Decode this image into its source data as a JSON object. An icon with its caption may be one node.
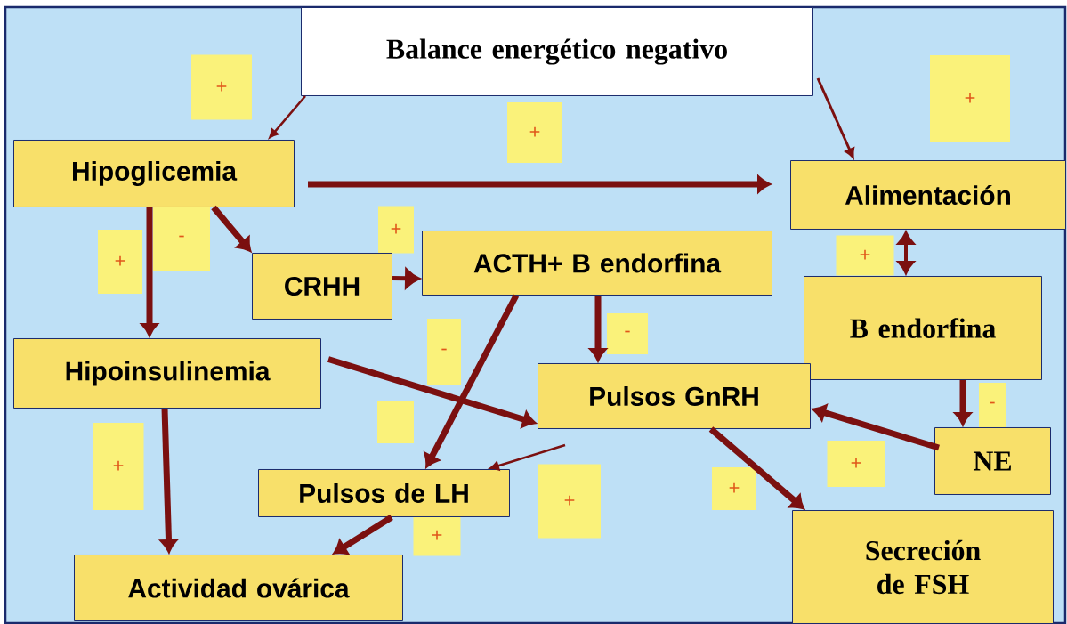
{
  "diagram": {
    "nodes": [
      {
        "text": [
          "Balance energético negativo"
        ]
      },
      {
        "text": [
          "Hipoglicemia"
        ]
      },
      {
        "text": [
          "Alimentación"
        ]
      },
      {
        "text": [
          "CRHH"
        ]
      },
      {
        "text": [
          "ACTH+ B endorfina"
        ]
      },
      {
        "text": [
          "B endorfina"
        ]
      },
      {
        "text": [
          "Hipoinsulinemia"
        ]
      },
      {
        "text": [
          "Pulsos GnRH"
        ]
      },
      {
        "text": [
          "NE"
        ]
      },
      {
        "text": [
          "Pulsos de LH"
        ]
      },
      {
        "text": [
          "Actividad ovárica"
        ]
      },
      {
        "text": [
          "Secreción de FSH"
        ]
      }
    ],
    "edges": [
      {
        "from": 0,
        "to": 1,
        "arrow": "to"
      },
      {
        "from": 0,
        "to": 2,
        "arrow": "to"
      },
      {
        "from": 1,
        "to": 2,
        "arrow": "to"
      },
      {
        "from": 1,
        "to": 3,
        "arrow": "to"
      },
      {
        "from": 1,
        "to": 6,
        "arrow": "to"
      },
      {
        "from": 3,
        "to": 4,
        "arrow": "to"
      },
      {
        "from": 4,
        "to": 9,
        "arrow": "to"
      },
      {
        "from": 4,
        "to": 7,
        "arrow": "to"
      },
      {
        "from": 6,
        "to": 7,
        "arrow": "to"
      },
      {
        "from": 6,
        "to": 10,
        "arrow": "to"
      },
      {
        "from": 2,
        "to": 5,
        "arrow": "both"
      },
      {
        "from": 5,
        "to": 8,
        "arrow": "to"
      },
      {
        "from": 8,
        "to": 7,
        "arrow": "to"
      },
      {
        "from": 7,
        "to": 11,
        "arrow": "to"
      },
      {
        "from": null,
        "to": 9,
        "arrow": "to"
      },
      {
        "from": 9,
        "to": 10,
        "arrow": "to"
      }
    ],
    "labels": [
      "+",
      "+",
      "+",
      "+",
      "-",
      "+",
      "+",
      "-",
      "-",
      "-",
      "+",
      "+",
      "+",
      "+",
      "+"
    ]
  }
}
